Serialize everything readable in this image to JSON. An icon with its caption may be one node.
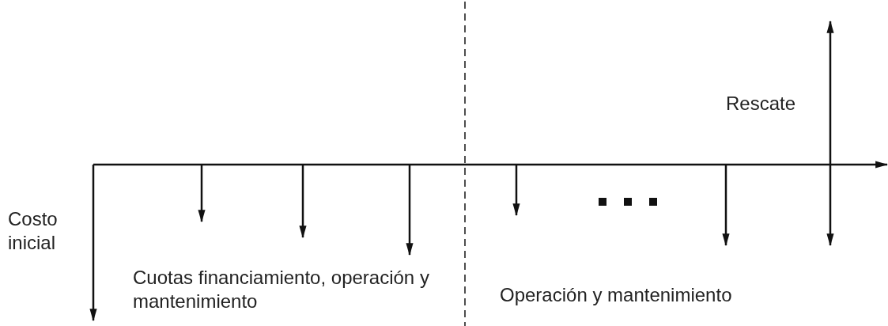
{
  "diagram": {
    "labels": [
      "Rescate",
      "Costo inicial",
      "Cuotas financiamiento, operación y mantenimiento",
      "Operación y mantenimiento"
    ]
  }
}
